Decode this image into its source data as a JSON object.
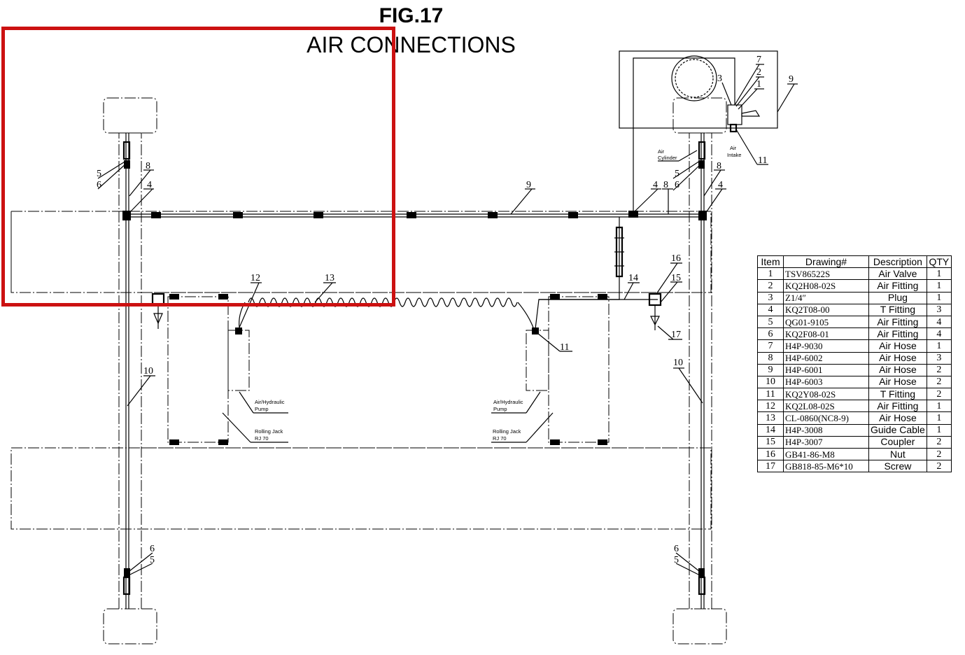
{
  "figure": {
    "number": "FIG.17",
    "title": "AIR CONNECTIONS"
  },
  "callouts": {
    "n1": "1",
    "n2": "2",
    "n3": "3",
    "n4": "4",
    "n5": "5",
    "n6": "6",
    "n7": "7",
    "n8": "8",
    "n9": "9",
    "n10": "10",
    "n11": "11",
    "n12": "12",
    "n13": "13",
    "n14": "14",
    "n15": "15",
    "n16": "16",
    "n17": "17"
  },
  "annotations": {
    "air_cylinder_1": "Air",
    "air_cylinder_2": "Cylinder",
    "air_intake_1": "Air",
    "air_intake_2": "Intake",
    "pump_1": "Air/Hydraulic",
    "pump_2": "Pump",
    "jack_1": "Rolling Jack",
    "jack_2": "RJ 70"
  },
  "parts_table": {
    "headers": [
      "Item",
      "Drawing#",
      "Description",
      "QTY"
    ],
    "rows": [
      [
        "1",
        "TSV86522S",
        "Air Valve",
        "1"
      ],
      [
        "2",
        "KQ2H08-02S",
        "Air Fitting",
        "1"
      ],
      [
        "3",
        "Z1/4″",
        "Plug",
        "1"
      ],
      [
        "4",
        "KQ2T08-00",
        "T Fitting",
        "3"
      ],
      [
        "5",
        "QG01-9105",
        "Air Fitting",
        "4"
      ],
      [
        "6",
        "KQ2F08-01",
        "Air Fitting",
        "4"
      ],
      [
        "7",
        "H4P-9030",
        "Air Hose",
        "1"
      ],
      [
        "8",
        "H4P-6002",
        "Air Hose",
        "3"
      ],
      [
        "9",
        "H4P-6001",
        "Air Hose",
        "2"
      ],
      [
        "10",
        "H4P-6003",
        "Air Hose",
        "2"
      ],
      [
        "11",
        "KQ2Y08-02S",
        "T Fitting",
        "2"
      ],
      [
        "12",
        "KQ2L08-02S",
        "Air Fitting",
        "1"
      ],
      [
        "13",
        "CL-0860(NC8-9)",
        "Air Hose",
        "1"
      ],
      [
        "14",
        "H4P-3008",
        "Guide Cable",
        "1"
      ],
      [
        "15",
        "H4P-3007",
        "Coupler",
        "2"
      ],
      [
        "16",
        "GB41-86-M8",
        "Nut",
        "2"
      ],
      [
        "17",
        "GB818-85-M6*10",
        "Screw",
        "2"
      ]
    ]
  },
  "colors": {
    "highlight": "#cc1111",
    "line": "#000000"
  }
}
